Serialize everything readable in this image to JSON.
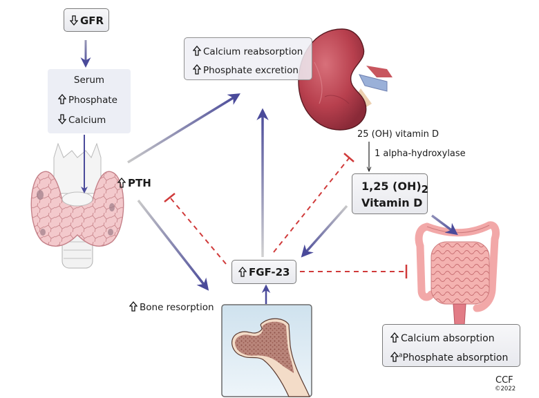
{
  "diagram": {
    "gfr": {
      "direction": "down",
      "label": "GFR"
    },
    "serum": {
      "title": "Serum",
      "items": [
        {
          "direction": "up",
          "label": "Phosphate"
        },
        {
          "direction": "down",
          "label": "Calcium"
        }
      ]
    },
    "pth": {
      "direction": "up",
      "label": "PTH"
    },
    "kidney_effects": [
      {
        "direction": "up",
        "label": "Calcium reabsorption"
      },
      {
        "direction": "up",
        "label": "Phosphate excretion"
      }
    ],
    "vitamin_d_precursor": "25 (OH) vitamin D",
    "enzyme": "1 alpha-hydroxylase",
    "active_vitamin_d": {
      "line1_prefix": "1,25 (OH)",
      "line1_sub": "2",
      "line2": "Vitamin D"
    },
    "fgf23": {
      "direction": "up",
      "label": "FGF-23"
    },
    "bone_resorption": {
      "direction": "up",
      "label": "Bone resorption"
    },
    "gut_effects": [
      {
        "direction": "up",
        "label": "Calcium absorption",
        "superscript": ""
      },
      {
        "direction": "up",
        "label": "Phosphate absorption",
        "superscript": "a"
      }
    ],
    "credit": {
      "org": "CCF",
      "copyright": "©2022"
    },
    "organs": [
      "kidney",
      "parathyroid-thyroid",
      "femur-bone",
      "intestines"
    ],
    "colors": {
      "stimulatory_arrow": "#4a4a9a",
      "inhibitory_line": "#d03a3a",
      "kidney": "#b8404e",
      "thyroid": "#f0c4c8",
      "intestine": "#f2a8a8",
      "bone_marrow": "#a86a5e",
      "bone_panel_bg": "#d8e8f2",
      "box_bg": "#eceef5"
    }
  }
}
